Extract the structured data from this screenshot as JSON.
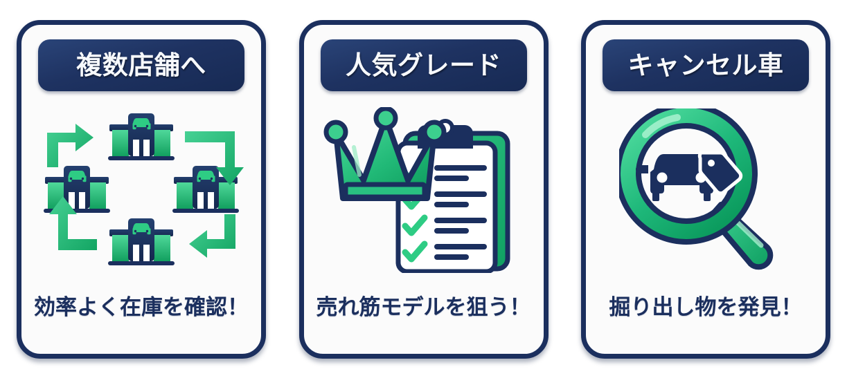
{
  "theme": {
    "navy": "#1b2f5e",
    "navy_dark": "#152murky",
    "green": "#22b573",
    "green_light": "#4fd89a",
    "green_deep": "#12a05f",
    "card_bg": "#fbfbfb",
    "glow": "#78e9b4",
    "badge_text": "#f7f9fc"
  },
  "cards": [
    {
      "id": "multi-store",
      "badge": "複数店舗へ",
      "caption": "効率よく在庫を確認！",
      "icon": "store-cycle-icon",
      "store_count": 4,
      "arrow_count": 4
    },
    {
      "id": "popular-grade",
      "badge": "人気グレード",
      "caption": "売れ筋モデルを狙う！",
      "icon": "crown-clipboard-icon",
      "checklist_rows": 4
    },
    {
      "id": "cancel-car",
      "badge": "キャンセル車",
      "caption": "掘り出し物を発見！",
      "icon": "magnifier-car-tag-icon"
    }
  ]
}
